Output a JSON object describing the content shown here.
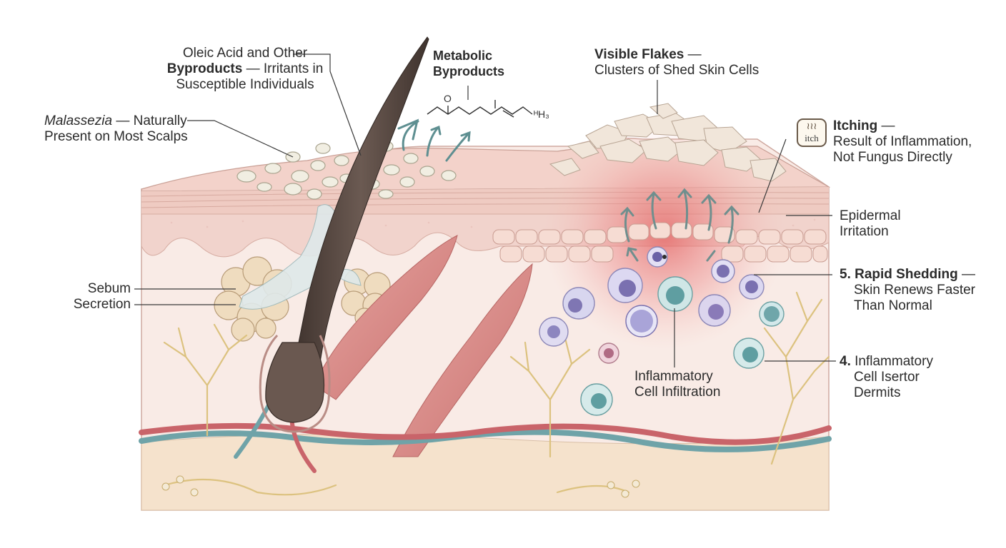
{
  "labels": {
    "oleic": {
      "line1": "Oleic Acid and Other",
      "bold": "Byproducts",
      "rest": " — Irritants in",
      "line3": "Susceptible Individuals"
    },
    "metabolic": {
      "line1": "Metabolic",
      "line2": "Byproducts"
    },
    "flakes": {
      "bold": "Visible Flakes",
      "rest": " —",
      "line2": "Clusters of Shed Skin Cells"
    },
    "malassezia": {
      "italic": "Malassezia",
      "rest": " — Naturally",
      "line2": "Present on Most Scalps"
    },
    "itching": {
      "bold": "Itching",
      "rest": " —",
      "line2": "Result of Inflammation,",
      "line3": "Not Fungus Directly",
      "icon_text": "itch",
      "icon_waves": "≀≀≀"
    },
    "epidermal": {
      "line1": "Epidermal",
      "line2": "Irritation"
    },
    "sebum": {
      "line1": "Sebum",
      "line2": "Secretion"
    },
    "shedding": {
      "bold": "5. Rapid Shedding",
      "rest": " —",
      "line2": "Skin Renews Faster",
      "line3": "Than Normal"
    },
    "infiltration": {
      "line1": "Inflammatory",
      "line2": "Cell Infiltration"
    },
    "inflammatory4": {
      "bold": "4.",
      "rest": " Inflammatory",
      "line2": "Cell Isertor",
      "line3": "Dermits"
    }
  },
  "chemical": {
    "o": "O",
    "h": "ᴴH₃"
  },
  "colors": {
    "epidermis": "#f3d6cf",
    "dermis": "#f7e4de",
    "hair": "#5a4a42",
    "muscle": "#d98a88",
    "inflammation": "#e06a6a",
    "vessel_red": "#c9646a",
    "vessel_blue": "#6fa3a8",
    "nerve": "#d9bf7a",
    "yeast": "#eeeadb",
    "gland": "#efe0c4"
  }
}
